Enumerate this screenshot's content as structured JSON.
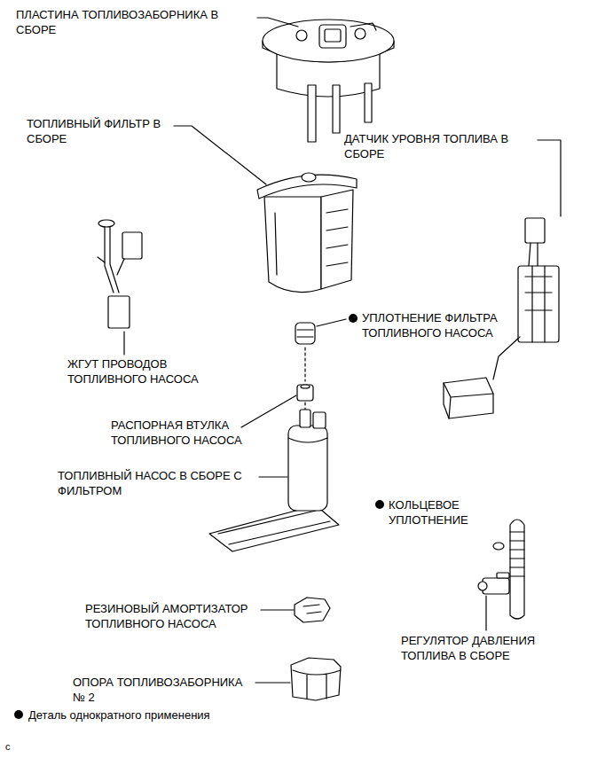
{
  "diagram": {
    "labels": [
      "ПЛАСТИНА ТОПЛИВОЗАБОРНИКА В СБОРЕ",
      "ТОПЛИВНЫЙ ФИЛЬТР В СБОРЕ",
      "ДАТЧИК УРОВНЯ ТОПЛИВА В СБОРЕ",
      "УПЛОТНЕНИЕ ФИЛЬТРА ТОПЛИВНОГО НАСОСА",
      "ЖГУТ ПРОВОДОВ ТОПЛИВНОГО НАСОСА",
      "РАСПОРНАЯ ВТУЛКА ТОПЛИВНОГО НАСОСА",
      "ТОПЛИВНЫЙ НАСОС В СБОРЕ С ФИЛЬТРОМ",
      "КОЛЬЦЕВОЕ УПЛОТНЕНИЕ",
      "РЕЗИНОВЫЙ АМОРТИЗАТОР ТОПЛИВНОГО НАСОСА",
      "РЕГУЛЯТОР ДАВЛЕНИЯ ТОПЛИВА В СБОРЕ",
      "ОПОРА ТОПЛИВОЗАБОРНИКА № 2",
      "c"
    ],
    "legend": [
      {
        "text": "Деталь однократного применения"
      }
    ]
  }
}
